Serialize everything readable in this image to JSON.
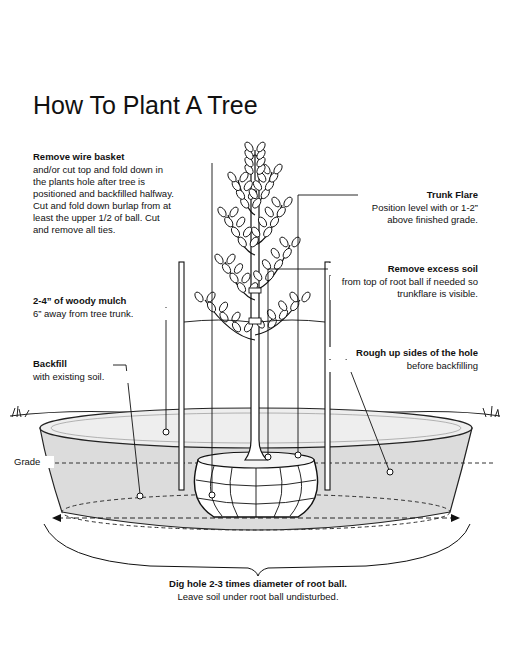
{
  "diagram": {
    "title": "How To Plant A Tree",
    "labels": [
      "Remove wire basket",
      "and/or cut top and fold down in the plants hole after tree is positioned and backfilled halfway. Cut and fold down burlap from at least the upper 1/2 of ball. Cut and remove all ties.",
      "Trunk Flare",
      "Position level with or 1-2” above finished grade.",
      "Remove excess soil",
      "from top of root ball if needed so trunkflare is visible.",
      "2-4” of woody mulch",
      "6” away from tree trunk.",
      "Rough up sides of the hole",
      "before backfilling",
      "Backfill",
      "with existing soil.",
      "Grade",
      "Dig hole 2-3 times diameter of root ball.",
      "Leave soil under root ball undisturbed."
    ]
  }
}
